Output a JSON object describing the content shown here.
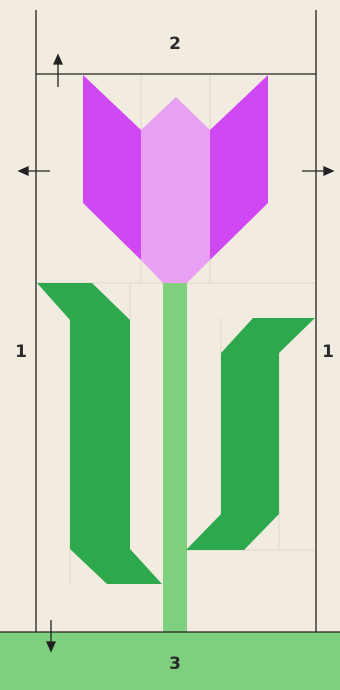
{
  "labels": {
    "left_panel": "1",
    "right_panel": "1",
    "top_panel": "2",
    "bottom_panel": "3"
  },
  "colors": {
    "background": "#f2ece0",
    "seam_line": "#222222",
    "petal_outer": "#d048f4",
    "petal_center": "#e9a0f4",
    "leaf": "#2ea84c",
    "stem": "#7ed07e",
    "bottom_band": "#7ed07e"
  },
  "arrows": [
    "arrow-up",
    "arrow-left",
    "arrow-right",
    "arrow-down"
  ]
}
